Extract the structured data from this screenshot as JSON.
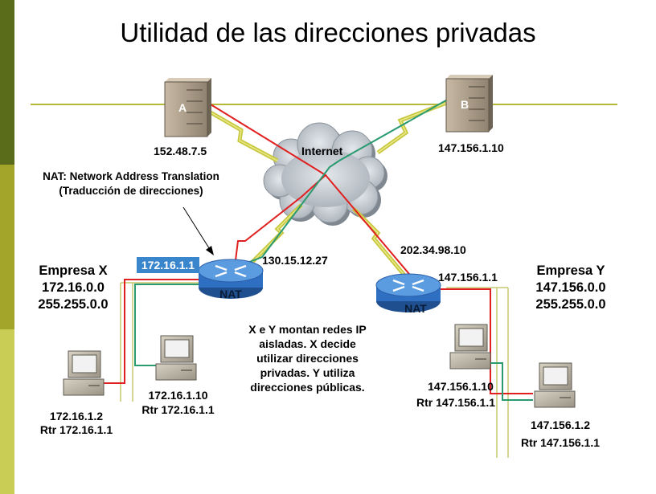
{
  "title": "Utilidad de las direcciones privadas",
  "cloud_label": "Internet",
  "server_a": {
    "name": "A",
    "ip": "152.48.7.5"
  },
  "server_b": {
    "name": "B",
    "ip": "147.156.1.10"
  },
  "nat_note": {
    "line1": "NAT: Network Address Translation",
    "line2": "(Traducción de direcciones)"
  },
  "router_x": {
    "label": "NAT",
    "public_ip": "130.15.12.27",
    "private_ip": "172.16.1.1"
  },
  "router_y": {
    "label": "NAT",
    "public_ip": "202.34.98.10",
    "lan_ip": "147.156.1.1"
  },
  "empresa_x": {
    "name": "Empresa X",
    "net": "172.16.0.0",
    "mask": "255.255.0.0"
  },
  "empresa_y": {
    "name": "Empresa Y",
    "net": "147.156.0.0",
    "mask": "255.255.0.0"
  },
  "description": {
    "l1": "X e Y montan redes IP",
    "l2": "aisladas. X decide",
    "l3": "utilizar direcciones",
    "l4": "privadas. Y utiliza",
    "l5": "direcciones públicas."
  },
  "hosts": {
    "x1": {
      "ip": "172.16.1.2",
      "rtr": "Rtr 172.16.1.1"
    },
    "x2": {
      "ip": "172.16.1.10",
      "rtr": "Rtr 172.16.1.1"
    },
    "y1": {
      "ip": "147.156.1.10",
      "rtr": "Rtr 147.156.1.1"
    },
    "y2": {
      "ip": "147.156.1.2",
      "rtr": "Rtr 147.156.1.1"
    }
  },
  "colors": {
    "sidebar_dark": "#5a6b1a",
    "sidebar_mid": "#a3a52a",
    "sidebar_light": "#c9cc55",
    "backbone": "#b8b838",
    "link_red": "#e02020",
    "link_green": "#2a9a70",
    "router_blue": "#2f6fc2",
    "highlight_box": "#3a86cc"
  }
}
